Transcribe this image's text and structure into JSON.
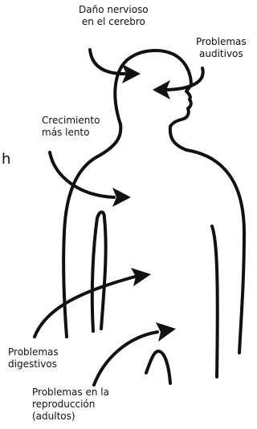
{
  "colors": {
    "ink": "#111111",
    "background": "#ffffff"
  },
  "labels": {
    "brain": [
      "Daño nervioso",
      "en el cerebro"
    ],
    "hearing": [
      "Problemas",
      "auditivos"
    ],
    "growth": [
      "Crecimiento",
      "más lento"
    ],
    "digestive": [
      "Problemas",
      "digestivos"
    ],
    "reproduction": [
      "Problemas en la",
      "reproducción",
      "(adultos)"
    ]
  },
  "edge_fragment": "h"
}
